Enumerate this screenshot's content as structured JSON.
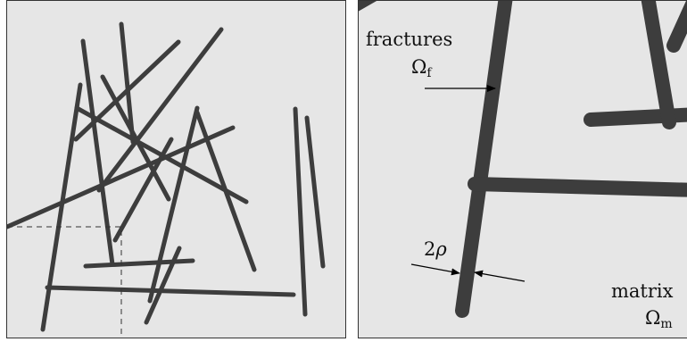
{
  "colors": {
    "background": "#e6e6e6",
    "fracture": "#3d3d3d",
    "border": "#333333",
    "annotation": "#000000"
  },
  "left_panel": {
    "inset_style": "dashed"
  },
  "right_panel": {
    "fractures_label": "fractures",
    "fractures_symbol": "Ω",
    "fractures_subscript": "f",
    "width_label_number": "2",
    "width_label_symbol": "ρ",
    "matrix_label": "matrix",
    "matrix_symbol": "Ω",
    "matrix_subscript": "m"
  }
}
